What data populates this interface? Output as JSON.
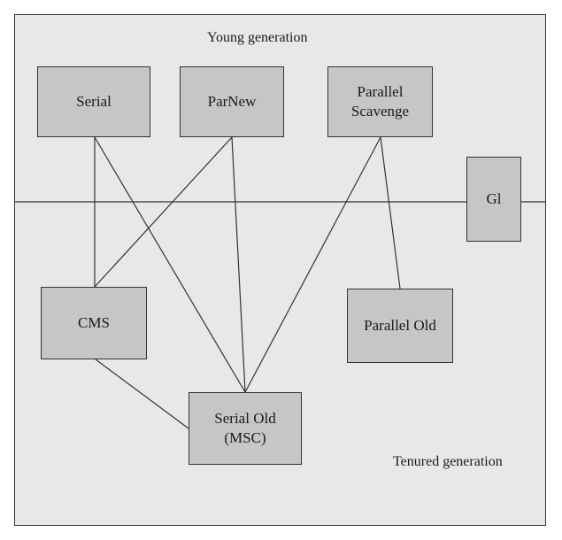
{
  "labels": {
    "young_generation": "Young generation",
    "tenured_generation": "Tenured generation"
  },
  "collectors": {
    "serial": "Serial",
    "parnew": "ParNew",
    "parallel_scavenge": "Parallel\nScavenge",
    "g1": "Gl",
    "cms": "CMS",
    "parallel_old": "Parallel Old",
    "serial_old": "Serial Old\n(MSC)"
  },
  "connections": [
    [
      "serial",
      "cms"
    ],
    [
      "serial",
      "serial_old"
    ],
    [
      "parnew",
      "cms"
    ],
    [
      "parnew",
      "serial_old"
    ],
    [
      "parallel_scavenge",
      "serial_old"
    ],
    [
      "parallel_scavenge",
      "parallel_old"
    ],
    [
      "cms",
      "serial_old"
    ]
  ],
  "colors": {
    "background": "#e8e8e8",
    "box_fill": "#c6c6c6",
    "stroke": "#333333"
  }
}
